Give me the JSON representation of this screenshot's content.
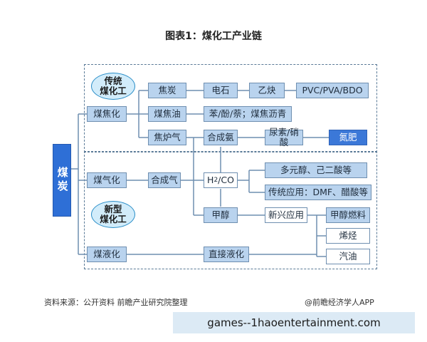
{
  "title": "图表1：煤化工产业链",
  "root": "煤炭",
  "labels": {
    "traditional": "传统\n煤化工",
    "new": "新型\n煤化工"
  },
  "nodes": {
    "coking": "煤焦化",
    "gasification": "煤气化",
    "liquefaction": "煤液化",
    "coke": "焦炭",
    "coal_tar": "煤焦油",
    "coke_oven_gas": "焦炉气",
    "carbide": "电石",
    "acetylene": "乙炔",
    "pvc": "PVC/PVA/BDO",
    "benzene": "苯/酚/萘；煤焦沥青",
    "synthetic_ammonia": "合成氨",
    "urea": "尿素/硝酸",
    "nitrogen_fertilizer": "氮肥",
    "syngas": "合成气",
    "h2co_pre": "H",
    "h2co_sub": "2",
    "h2co_post": "/CO",
    "polyols": "多元醇、己二酸等",
    "traditional_apps": "传统应用：DMF、醋酸等",
    "methanol": "甲醇",
    "emerging_apps": "新兴应用",
    "methanol_fuel": "甲醇燃料",
    "olefins": "烯烃",
    "direct_liquefaction": "直接液化",
    "gasoline": "汽油"
  },
  "footer": {
    "source": "资料来源：公开资料 前瞻产业研究院整理",
    "brand": "@前瞻经济学人APP"
  },
  "watermark": "games--1haoentertainment.com"
}
